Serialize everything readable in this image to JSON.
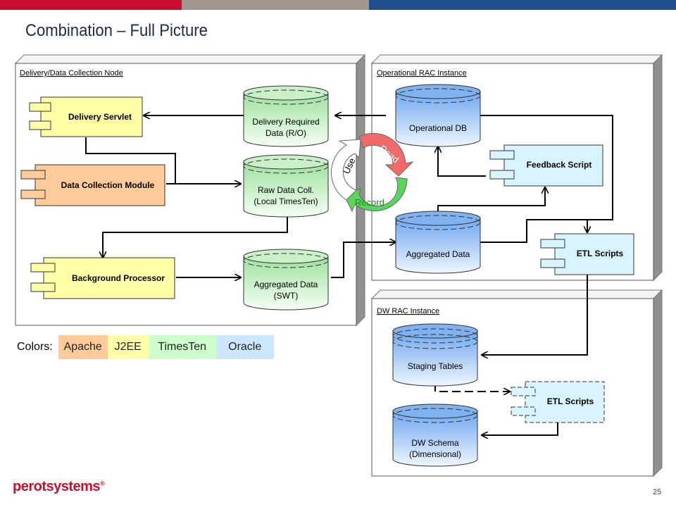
{
  "header": {
    "bar_colors": [
      "#c8102e",
      "#a0988e",
      "#1f4e8c"
    ],
    "title": "Combination – Full Picture"
  },
  "nodes": {
    "delivery": {
      "label": "Delivery/Data Collection Node"
    },
    "operational": {
      "label": "Operational RAC Instance"
    },
    "dw": {
      "label": "DW RAC Instance"
    }
  },
  "components": {
    "delivery_servlet": {
      "label": "Delivery Servlet",
      "technology": "J2EE",
      "color": "#ffffa8"
    },
    "data_collection_module": {
      "label": "Data Collection Module",
      "technology": "Apache",
      "color": "#ffcc99"
    },
    "background_processor": {
      "label": "Background Processor",
      "technology": "J2EE",
      "color": "#ffffa8"
    },
    "feedback_script": {
      "label": "Feedback Script",
      "technology": "Oracle",
      "color": "#d8f4ff"
    },
    "etl_scripts_op": {
      "label": "ETL Scripts",
      "technology": "Oracle",
      "color": "#d8f4ff"
    },
    "etl_scripts_dw": {
      "label": "ETL Scripts",
      "technology": "Oracle",
      "color": "#d8f4ff"
    }
  },
  "databases": {
    "delivery_required": {
      "line1": "Delivery Required",
      "line2": "Data (R/O)",
      "technology": "TimesTen"
    },
    "raw_data": {
      "line1": "Raw Data Coll.",
      "line2": "(Local TimesTen)",
      "technology": "TimesTen"
    },
    "aggregated_swt": {
      "line1": "Aggregated Data",
      "line2": "(SWT)",
      "technology": "TimesTen"
    },
    "operational_db": {
      "line1": "Operational DB",
      "technology": "Oracle"
    },
    "aggregated_oracle": {
      "line1": "Aggregated Data",
      "technology": "Oracle"
    },
    "staging_tables": {
      "line1": "Staging Tables",
      "technology": "Oracle"
    },
    "dw_schema": {
      "line1": "DW Schema",
      "line2": "(Dimensional)",
      "technology": "Oracle"
    }
  },
  "cycle": {
    "use": "Use",
    "read": "Read",
    "record": "Record",
    "colors": {
      "use": "#ffffff",
      "read": "#f06a6a",
      "record": "#5ad45a"
    }
  },
  "legend": {
    "title": "Colors:",
    "items": [
      {
        "label": "Apache",
        "color": "#ffcc99"
      },
      {
        "label": "J2EE",
        "color": "#ffffa8"
      },
      {
        "label": "TimesTen",
        "color": "#ccffcc"
      },
      {
        "label": "Oracle",
        "color": "#cce6ff"
      }
    ]
  },
  "footer": {
    "logo": "perotsystems",
    "logo_mark": "®",
    "page_number": "25"
  }
}
